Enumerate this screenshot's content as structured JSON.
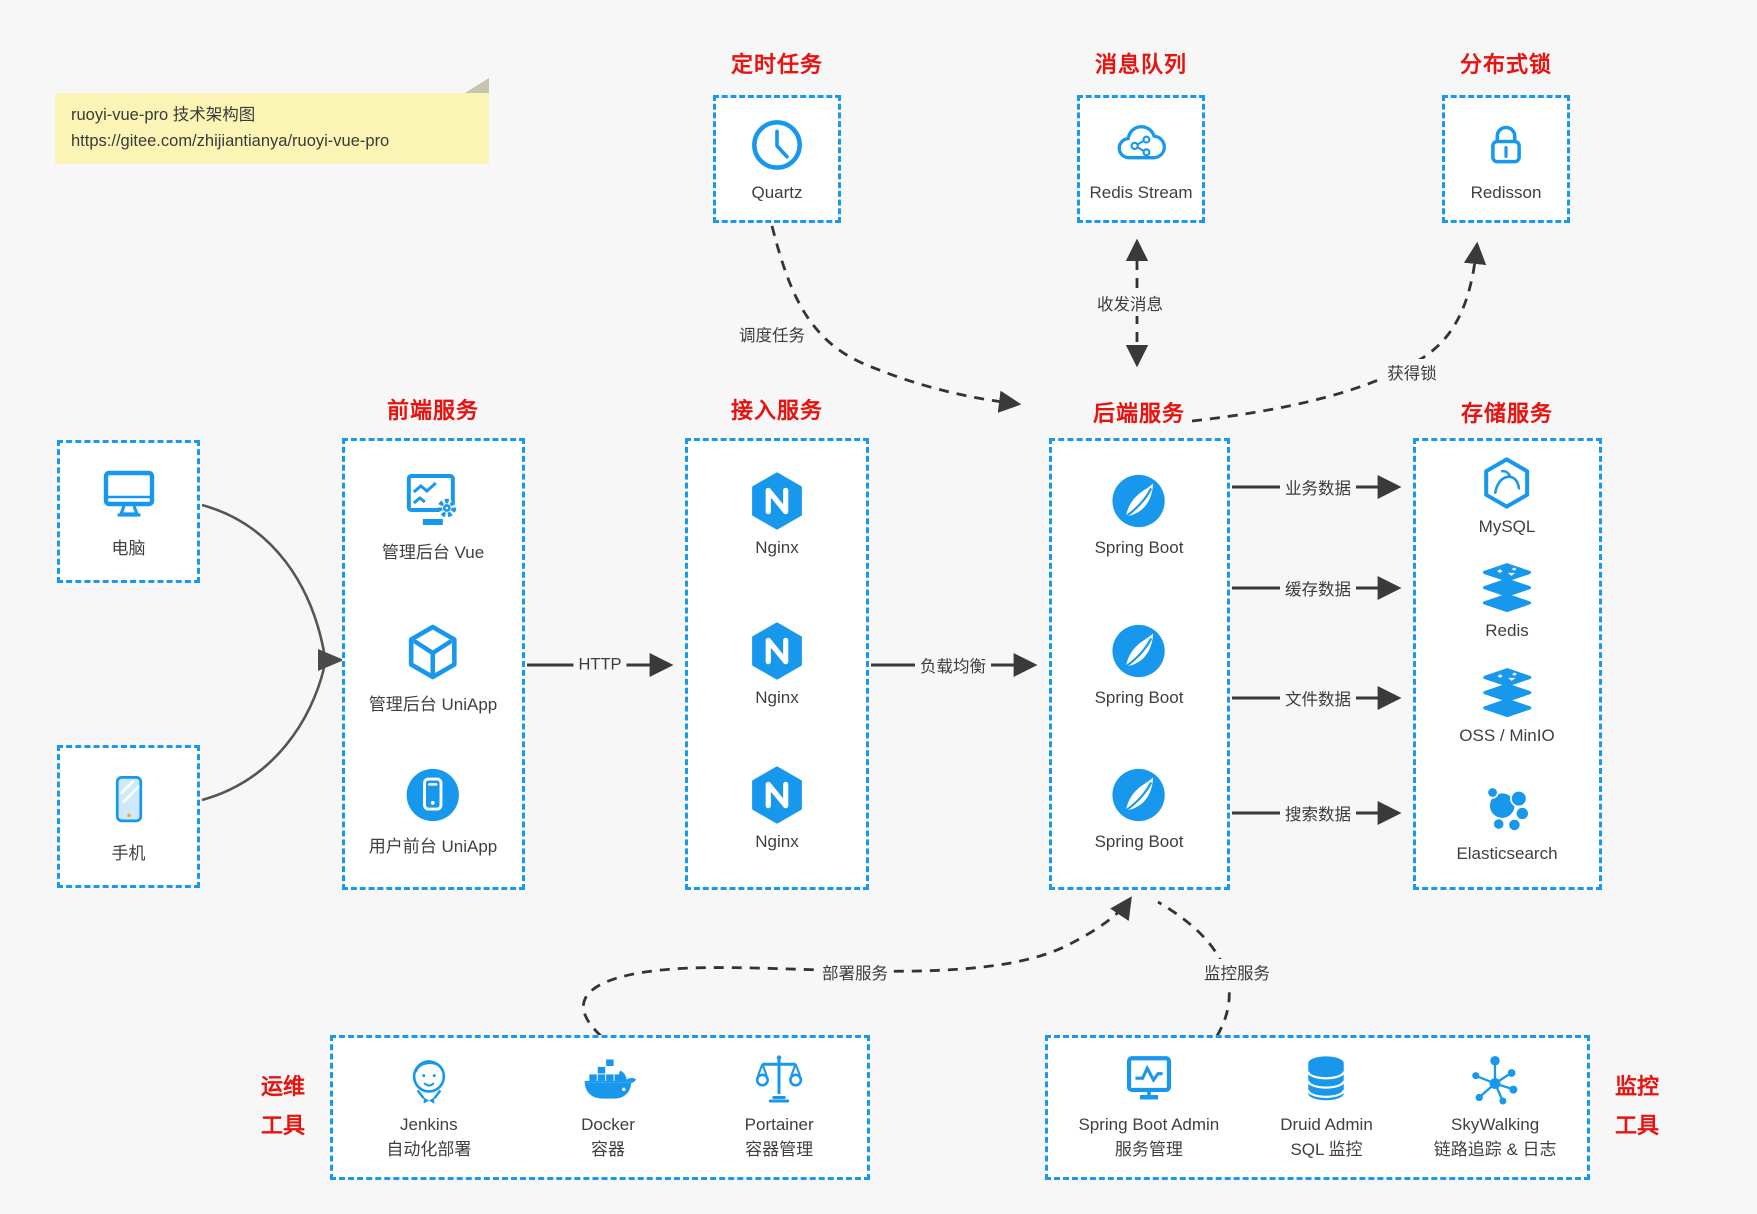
{
  "note": {
    "line1": "ruoyi-vue-pro 技术架构图",
    "line2": "https://gitee.com/zhijiantianya/ruoyi-vue-pro"
  },
  "colors": {
    "accent_blue": "#1898ec",
    "title_red": "#e8120f",
    "arrow_dark": "#3a3a3a",
    "device_arrow_gray": "#555555",
    "note_yellow": "#faf5b5",
    "background": "#f7f7f8"
  },
  "top_services": [
    {
      "title": "定时任务",
      "label": "Quartz",
      "icon": "clock-icon"
    },
    {
      "title": "消息队列",
      "label": "Redis Stream",
      "icon": "cloud-share-icon"
    },
    {
      "title": "分布式锁",
      "label": "Redisson",
      "icon": "lock-icon"
    }
  ],
  "devices": [
    {
      "label": "电脑",
      "icon": "desktop-icon"
    },
    {
      "label": "手机",
      "icon": "mobile-icon"
    }
  ],
  "columns": {
    "frontend": {
      "title": "前端服务",
      "items": [
        {
          "label": "管理后台 Vue",
          "icon": "admin-vue-icon"
        },
        {
          "label": "管理后台 UniApp",
          "icon": "uniapp-cube-icon"
        },
        {
          "label": "用户前台 UniApp",
          "icon": "user-uniapp-icon"
        }
      ]
    },
    "gateway": {
      "title": "接入服务",
      "items": [
        {
          "label": "Nginx",
          "icon": "nginx-icon"
        },
        {
          "label": "Nginx",
          "icon": "nginx-icon"
        },
        {
          "label": "Nginx",
          "icon": "nginx-icon"
        }
      ]
    },
    "backend": {
      "title": "后端服务",
      "items": [
        {
          "label": "Spring Boot",
          "icon": "spring-icon"
        },
        {
          "label": "Spring Boot",
          "icon": "spring-icon"
        },
        {
          "label": "Spring Boot",
          "icon": "spring-icon"
        }
      ]
    },
    "storage": {
      "title": "存储服务",
      "items": [
        {
          "label": "MySQL",
          "icon": "mysql-icon"
        },
        {
          "label": "Redis",
          "icon": "redis-icon"
        },
        {
          "label": "OSS / MinIO",
          "icon": "minio-icon"
        },
        {
          "label": "Elasticsearch",
          "icon": "elasticsearch-icon"
        }
      ]
    }
  },
  "edges": {
    "http": "HTTP",
    "load_balance": "负载均衡",
    "schedule_task": "调度任务",
    "send_receive": "收发消息",
    "acquire_lock": "获得锁",
    "business_data": "业务数据",
    "cache_data": "缓存数据",
    "file_data": "文件数据",
    "search_data": "搜索数据",
    "deploy": "部署服务",
    "monitor": "监控服务"
  },
  "ops_tools": {
    "title_line1": "运维",
    "title_line2": "工具",
    "items": [
      {
        "name": "Jenkins",
        "desc": "自动化部署",
        "icon": "jenkins-icon"
      },
      {
        "name": "Docker",
        "desc": "容器",
        "icon": "docker-icon"
      },
      {
        "name": "Portainer",
        "desc": "容器管理",
        "icon": "portainer-icon"
      }
    ]
  },
  "monitor_tools": {
    "title_line1": "监控",
    "title_line2": "工具",
    "items": [
      {
        "name": "Spring Boot Admin",
        "desc": "服务管理",
        "icon": "spring-boot-admin-icon"
      },
      {
        "name": "Druid Admin",
        "desc": "SQL 监控",
        "icon": "druid-icon"
      },
      {
        "name": "SkyWalking",
        "desc": "链路追踪 & 日志",
        "icon": "skywalking-icon"
      }
    ]
  }
}
